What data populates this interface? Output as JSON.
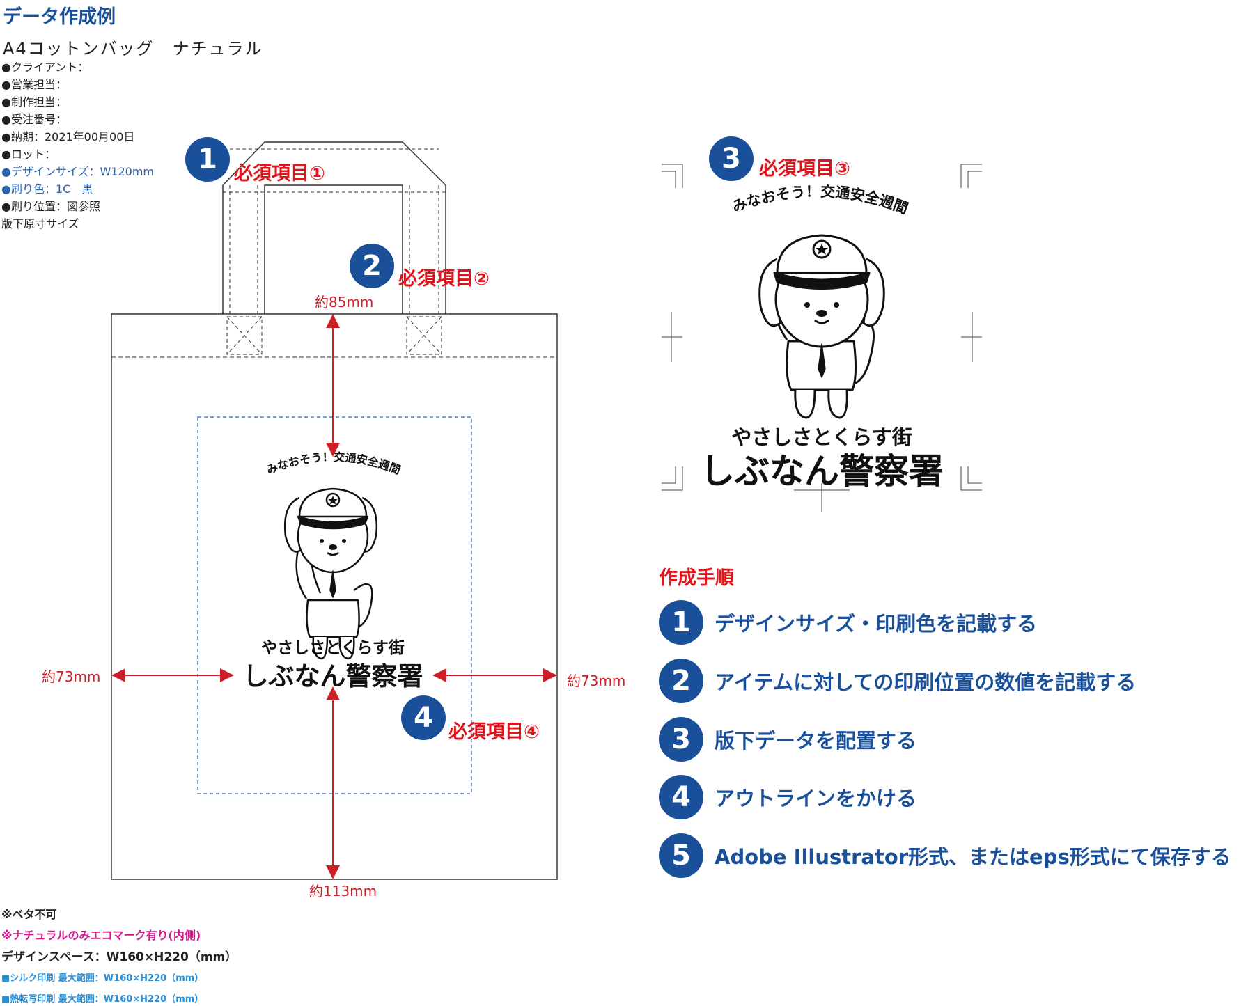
{
  "page_title": "データ作成例",
  "product_name": "A4コットンバッグ　ナチュラル",
  "spec_lines": [
    {
      "text": "●クライアント：",
      "color": "#222222"
    },
    {
      "text": "●営業担当：",
      "color": "#222222"
    },
    {
      "text": "●制作担当：",
      "color": "#222222"
    },
    {
      "text": "●受注番号：",
      "color": "#222222"
    },
    {
      "text": "●納期：2021年00月00日",
      "color": "#222222"
    },
    {
      "text": "●ロット：",
      "color": "#222222"
    },
    {
      "text": "●デザインサイズ：W120mm",
      "color": "#2a63ad"
    },
    {
      "text": "●刷り色：1C　黒",
      "color": "#2a63ad"
    },
    {
      "text": "●刷り位置：図参照",
      "color": "#222222"
    },
    {
      "text": "版下原寸サイズ",
      "color": "#222222"
    }
  ],
  "required_labels": [
    "必須項目①",
    "必須項目②",
    "必須項目③",
    "必須項目④"
  ],
  "badge_numbers": [
    "1",
    "2",
    "3",
    "4",
    "5"
  ],
  "dimensions": {
    "top": "約85mm",
    "left": "約73mm",
    "right": "約73mm",
    "bottom": "約113mm"
  },
  "artwork": {
    "arc_text": "みなおそう！交通安全週間",
    "subtitle": "やさしさとくらす街",
    "main_title": "しぶなん警察署"
  },
  "procedure": {
    "heading": "作成手順",
    "steps": [
      "デザインサイズ・印刷色を記載する",
      "アイテムに対しての印刷位置の数値を記載する",
      "版下データを配置する",
      "アウトラインをかける",
      "Adobe Illustrator形式、またはeps形式にて保存する"
    ]
  },
  "notes": [
    {
      "text": "※ベタ不可",
      "color": "#222222"
    },
    {
      "text": "※ナチュラルのみエコマーク有り(内側)",
      "color": "#d6168a"
    },
    {
      "text": "デザインスペース：W160×H220（mm）",
      "color": "#222222"
    },
    {
      "text": "■シルク印刷 最大範囲：W160×H220（mm）",
      "color": "#2a8fd6"
    },
    {
      "text": "■熱転写印刷 最大範囲：W160×H220（mm）",
      "color": "#2a8fd6"
    }
  ],
  "colors": {
    "brand_blue": "#1a4f99",
    "required_red": "#e0141a",
    "dimension_red": "#cc1f26",
    "print_area_blue": "#2a63ad"
  }
}
